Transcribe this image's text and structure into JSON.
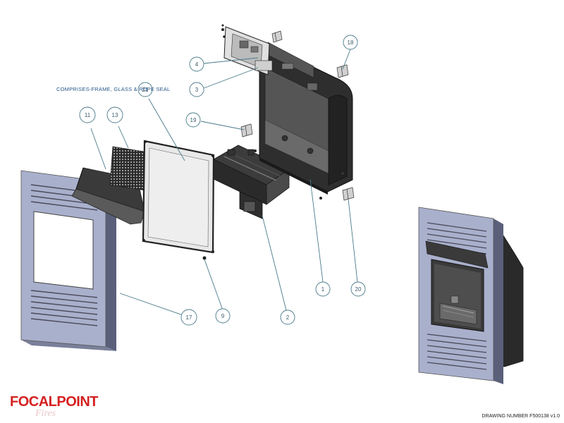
{
  "note": "COMPRISES-FRAME, GLASS & ROPE SEAL",
  "drawing_number": "DRAWING NUMBER F500138 v1.0",
  "logo": {
    "brand": "FOCALPOINT"
  },
  "callouts": [
    {
      "id": "c1",
      "label": "1"
    },
    {
      "id": "c2",
      "label": "2"
    },
    {
      "id": "c3",
      "label": "3"
    },
    {
      "id": "c4",
      "label": "4"
    },
    {
      "id": "c9",
      "label": "9"
    },
    {
      "id": "c11",
      "label": "11"
    },
    {
      "id": "c13",
      "label": "13"
    },
    {
      "id": "c17",
      "label": "17"
    },
    {
      "id": "c18",
      "label": "18"
    },
    {
      "id": "c19",
      "label": "19"
    },
    {
      "id": "c20",
      "label": "20"
    },
    {
      "id": "c21",
      "label": "21"
    }
  ],
  "colors": {
    "callout": "#4a7a8a",
    "frame": "#9aa4c2",
    "dark": "#3a3a3a",
    "logo": "#d42020"
  }
}
